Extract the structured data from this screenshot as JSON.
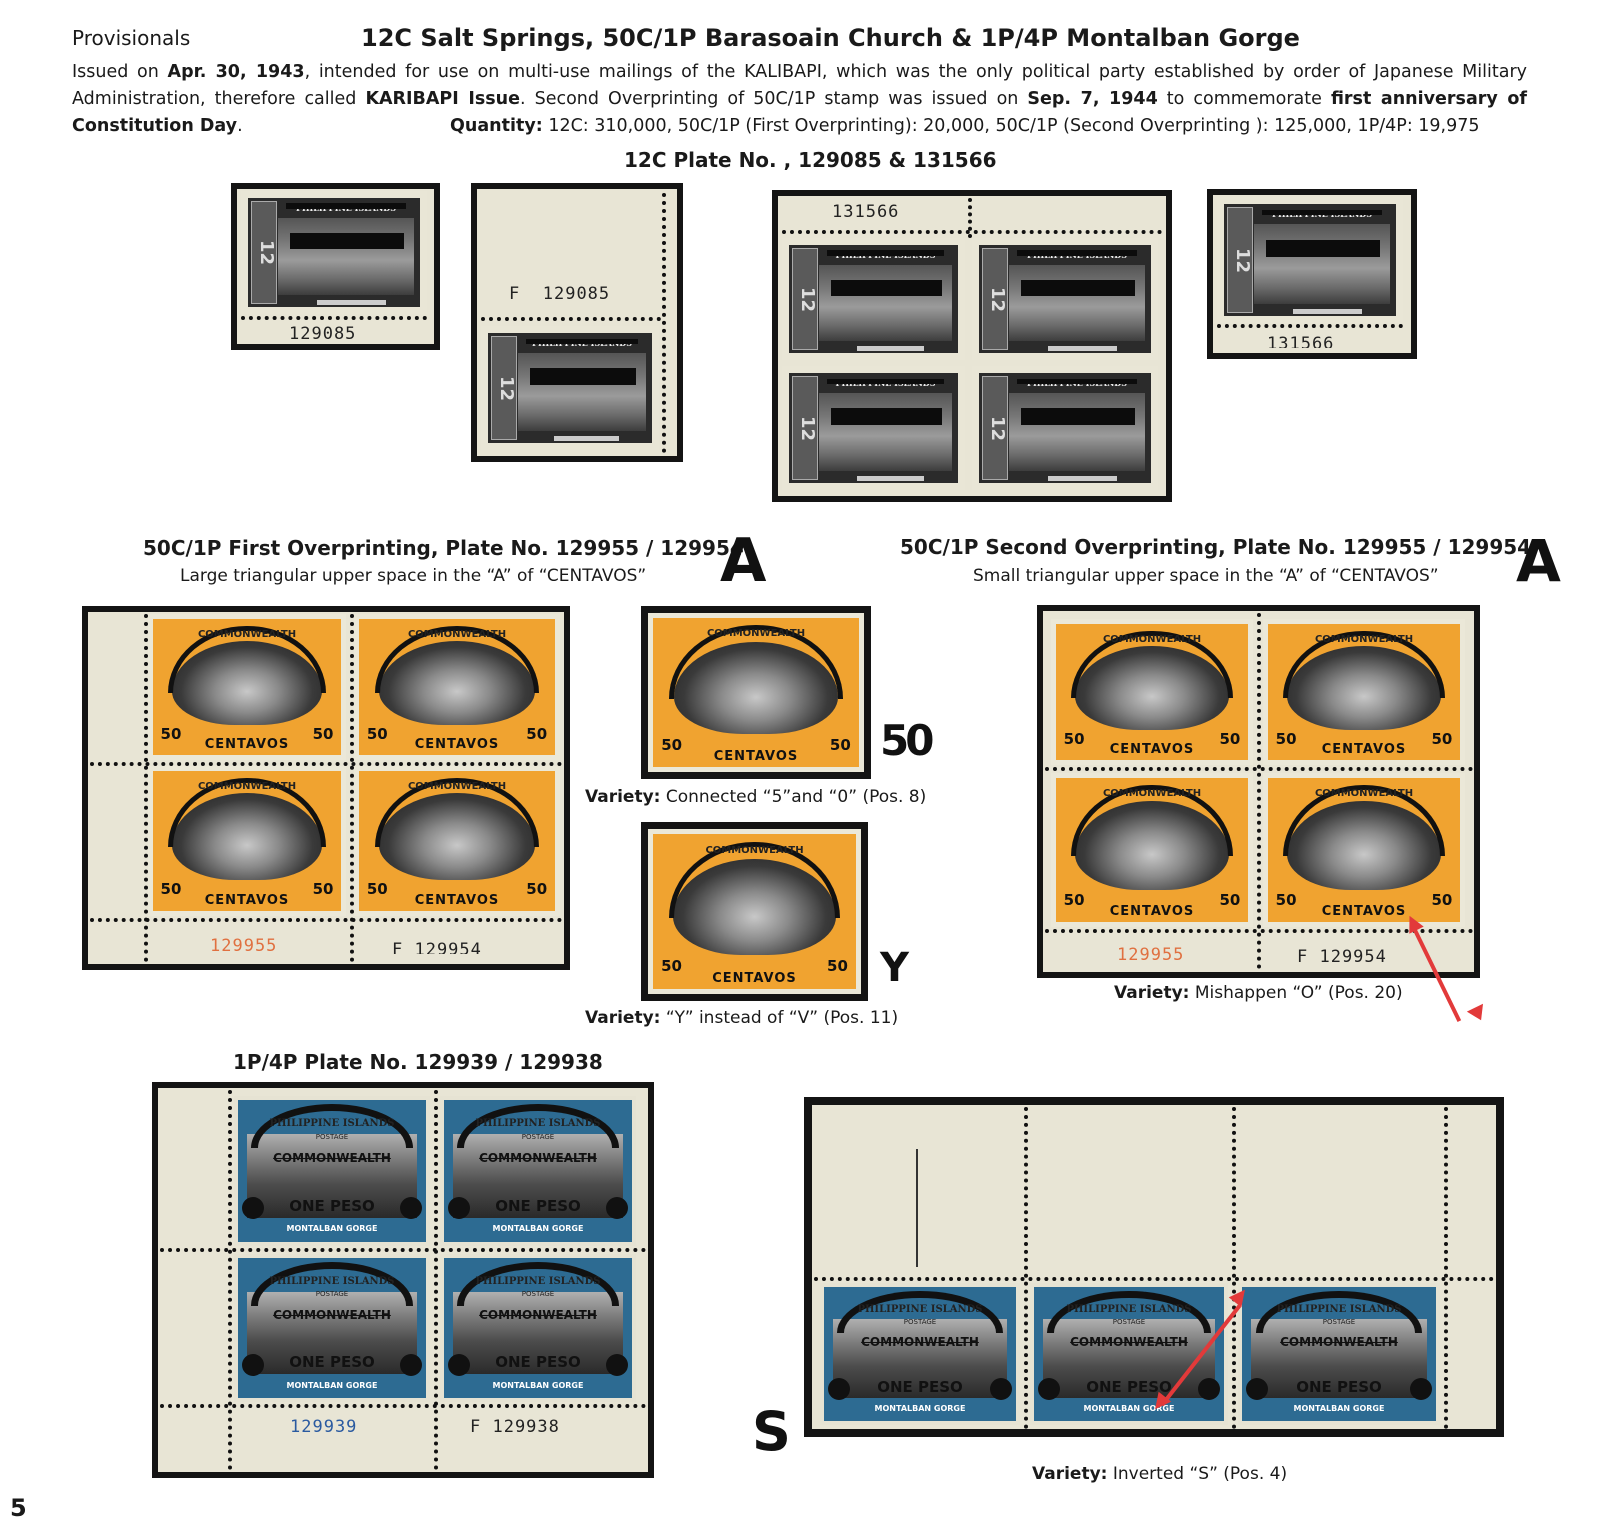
{
  "header": {
    "section": "Provisionals",
    "title": "12C Salt Springs,  50C/1P Barasoain Church  &  1P/4P Montalban Gorge"
  },
  "intro": {
    "p1a": "Issued on ",
    "date1": "Apr. 30, 1943",
    "p1b": ", intended for use on multi-use mailings of the KALIBAPI, which was the only political party established by order of Japanese Military Administration, therefore called ",
    "karibapi": "KARIBAPI Issue",
    "p1c": ". Second Overprinting of 50C/1P stamp was issued on ",
    "date2": "Sep. 7, 1944",
    "p1d": " to commemorate ",
    "anniv": "first anniversary of Constitution Day",
    "p1e": ".",
    "qty_label": "Quantity:",
    "qty_text": " 12C: 310,000,  50C/1P (First Overprinting): 20,000,  50C/1P (Second Overprinting ): 125,000,  1P/4P: 19,975"
  },
  "section_12c": {
    "heading": "12C Plate No. , 129085 & 131566",
    "plate_a": "129085",
    "plate_b_label": "F",
    "plate_b": "129085",
    "plate_c": "131566",
    "plate_d": "131566",
    "stamp_caption": "PHILIPPINE ISLANDS",
    "stamp_value": "12"
  },
  "section_50c_first": {
    "heading": "50C/1P First Overprinting, Plate No. 129955 / 129954",
    "sub": "Large triangular upper space in the “A” of “CENTAVOS”",
    "letter": "A",
    "plate_left": "129955",
    "plate_right": "F 129954",
    "stamp_top": "COMMONWEALTH",
    "stamp_value": "50",
    "stamp_cent": "CENTAVOS",
    "variety1_label": "Variety:",
    "variety1_text": "  Connected “5”and “0” (Pos. 8)",
    "variety1_glyph": "50",
    "variety2_label": "Variety:",
    "variety2_text": "  “Y” instead of “V” (Pos. 11)",
    "variety2_glyph": "Y"
  },
  "section_50c_second": {
    "heading": "50C/1P Second Overprinting, Plate No. 129955 / 129954",
    "sub": "Small triangular upper space in the “A” of “CENTAVOS”",
    "letter": "A",
    "plate_left": "129955",
    "plate_right": "F 129954",
    "variety_label": "Variety:",
    "variety_text": "  Mishappen “O” (Pos. 20)"
  },
  "section_1p": {
    "heading": "1P/4P Plate No. 129939 / 129938",
    "plate_left": "129939",
    "plate_right": "F 129938",
    "stamp_caption": "PHILIPPINE ISLANDS",
    "stamp_postage": "POSTAGE",
    "stamp_comm": "COMMONWEALTH",
    "stamp_peso": "ONE PESO",
    "stamp_foot": "MONTALBAN GORGE",
    "variety_label": "Variety:",
    "variety_text": "  Inverted “S” (Pos. 4)",
    "variety_glyph": "S"
  },
  "page_number": "5",
  "colors": {
    "orange": "#f0a330",
    "blue": "#2d6b92",
    "plate_red": "#e07040",
    "plate_blue": "#2a5aa0",
    "arrow": "#e23a3a"
  }
}
